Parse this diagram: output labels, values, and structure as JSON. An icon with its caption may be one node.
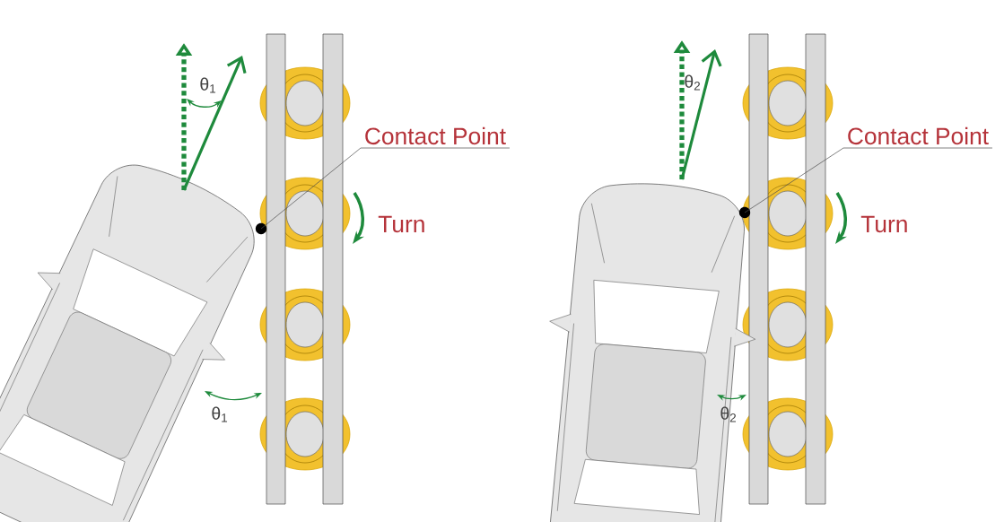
{
  "diagram": {
    "nodes": [
      {
        "text": [
          "Contact Point"
        ]
      },
      {
        "text": [],
        "shape": "circle"
      },
      {
        "text": [
          "Contact Point"
        ]
      },
      {
        "text": [],
        "shape": "circle"
      }
    ],
    "edges": [
      {
        "from": 0,
        "to": 1,
        "arrow": "none"
      },
      {
        "from": 2,
        "to": 3,
        "arrow": "none"
      }
    ],
    "labels": [
      "θ$_{1}$",
      "Turn",
      "θ$_{1}$",
      "θ$_{2}$",
      "Turn",
      "θ$_{2}$"
    ]
  }
}
